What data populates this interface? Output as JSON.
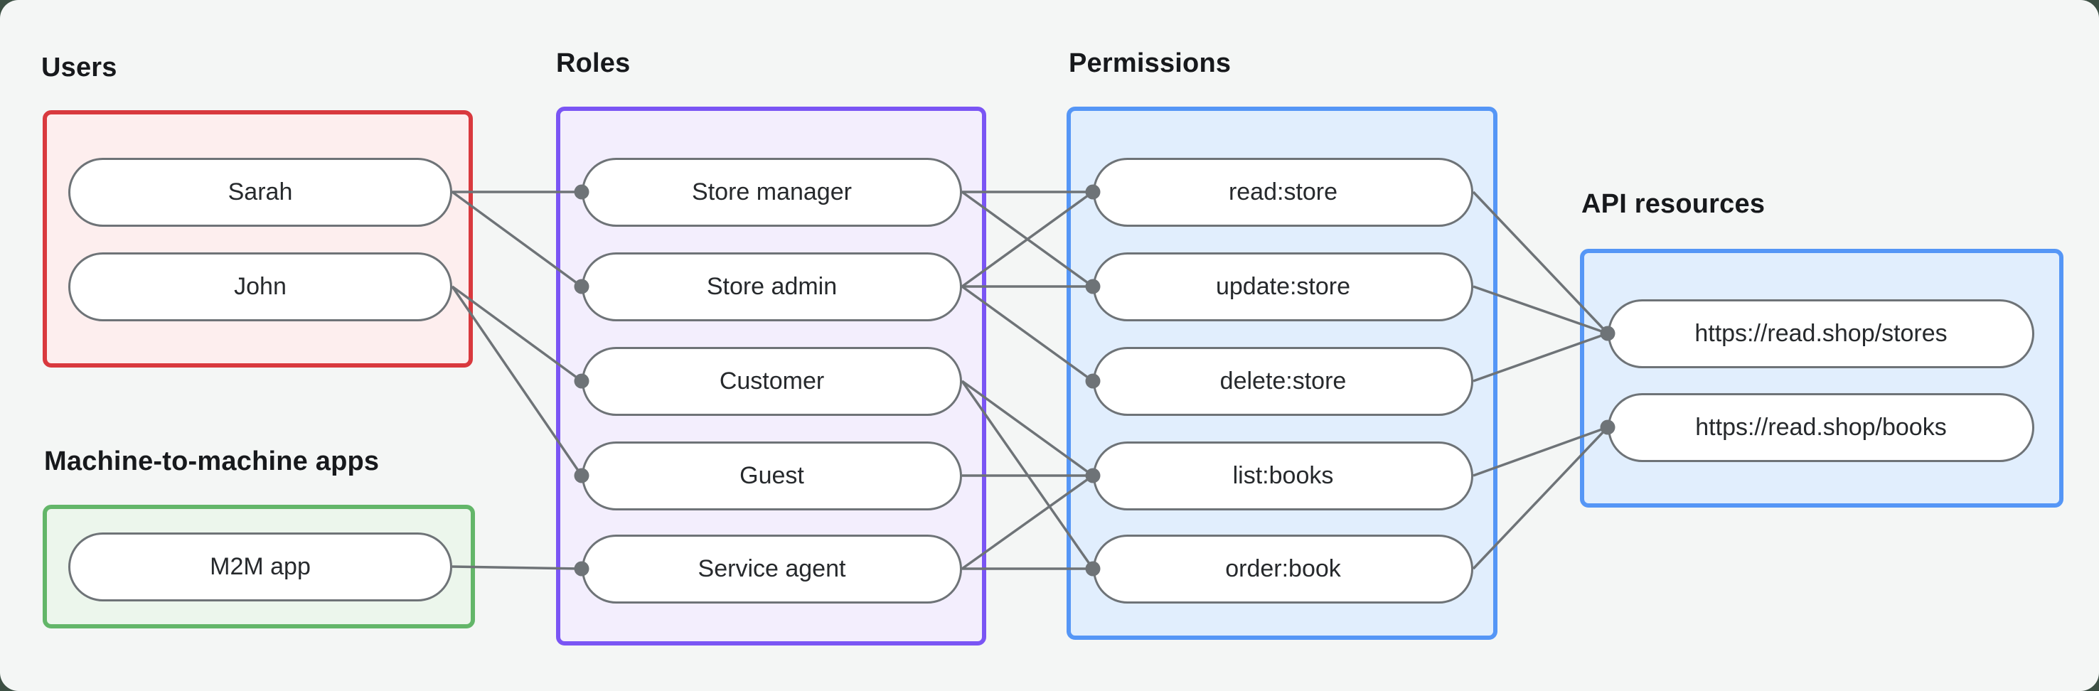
{
  "diagram": {
    "groups": [
      {
        "id": "users",
        "label": "Users",
        "border_color": "#d9393e",
        "fill_color": "#fdeeee"
      },
      {
        "id": "m2m",
        "label": "Machine-to-machine apps",
        "border_color": "#63b669",
        "fill_color": "#ecf6ec"
      },
      {
        "id": "roles",
        "label": "Roles",
        "border_color": "#7a55f4",
        "fill_color": "#f3eefd"
      },
      {
        "id": "permissions",
        "label": "Permissions",
        "border_color": "#5596f6",
        "fill_color": "#e1eefd"
      },
      {
        "id": "api",
        "label": "API resources",
        "border_color": "#5596f6",
        "fill_color": "#e1eefd"
      }
    ],
    "nodes": [
      {
        "id": "sarah",
        "group": "users",
        "label": "Sarah"
      },
      {
        "id": "john",
        "group": "users",
        "label": "John"
      },
      {
        "id": "m2m-app",
        "group": "m2m",
        "label": "M2M app"
      },
      {
        "id": "store-manager",
        "group": "roles",
        "label": "Store manager"
      },
      {
        "id": "store-admin",
        "group": "roles",
        "label": "Store admin"
      },
      {
        "id": "customer",
        "group": "roles",
        "label": "Customer"
      },
      {
        "id": "guest",
        "group": "roles",
        "label": "Guest"
      },
      {
        "id": "service-agent",
        "group": "roles",
        "label": "Service agent"
      },
      {
        "id": "read-store",
        "group": "permissions",
        "label": "read:store"
      },
      {
        "id": "update-store",
        "group": "permissions",
        "label": "update:store"
      },
      {
        "id": "delete-store",
        "group": "permissions",
        "label": "delete:store"
      },
      {
        "id": "list-books",
        "group": "permissions",
        "label": "list:books"
      },
      {
        "id": "order-book",
        "group": "permissions",
        "label": "order:book"
      },
      {
        "id": "api-stores",
        "group": "api",
        "label": "https://read.shop/stores"
      },
      {
        "id": "api-books",
        "group": "api",
        "label": "https://read.shop/books"
      }
    ],
    "edges": [
      {
        "from": "sarah",
        "to": "store-manager"
      },
      {
        "from": "sarah",
        "to": "store-admin"
      },
      {
        "from": "john",
        "to": "customer"
      },
      {
        "from": "john",
        "to": "guest"
      },
      {
        "from": "m2m-app",
        "to": "service-agent"
      },
      {
        "from": "store-manager",
        "to": "read-store"
      },
      {
        "from": "store-manager",
        "to": "update-store"
      },
      {
        "from": "store-admin",
        "to": "read-store"
      },
      {
        "from": "store-admin",
        "to": "update-store"
      },
      {
        "from": "store-admin",
        "to": "delete-store"
      },
      {
        "from": "customer",
        "to": "list-books"
      },
      {
        "from": "customer",
        "to": "order-book"
      },
      {
        "from": "guest",
        "to": "list-books"
      },
      {
        "from": "service-agent",
        "to": "list-books"
      },
      {
        "from": "service-agent",
        "to": "order-book"
      },
      {
        "from": "read-store",
        "to": "api-stores"
      },
      {
        "from": "update-store",
        "to": "api-stores"
      },
      {
        "from": "delete-store",
        "to": "api-stores"
      },
      {
        "from": "list-books",
        "to": "api-books"
      },
      {
        "from": "order-book",
        "to": "api-books"
      }
    ],
    "colors": {
      "edge": "#6e7377",
      "connection_dot": "#6e7377",
      "node_border": "#6e7377",
      "node_fill": "#ffffff",
      "node_text": "#26292c",
      "label_text": "#17191c",
      "canvas_bg": "#f4f6f5",
      "page_bg": "#3d5044"
    }
  }
}
